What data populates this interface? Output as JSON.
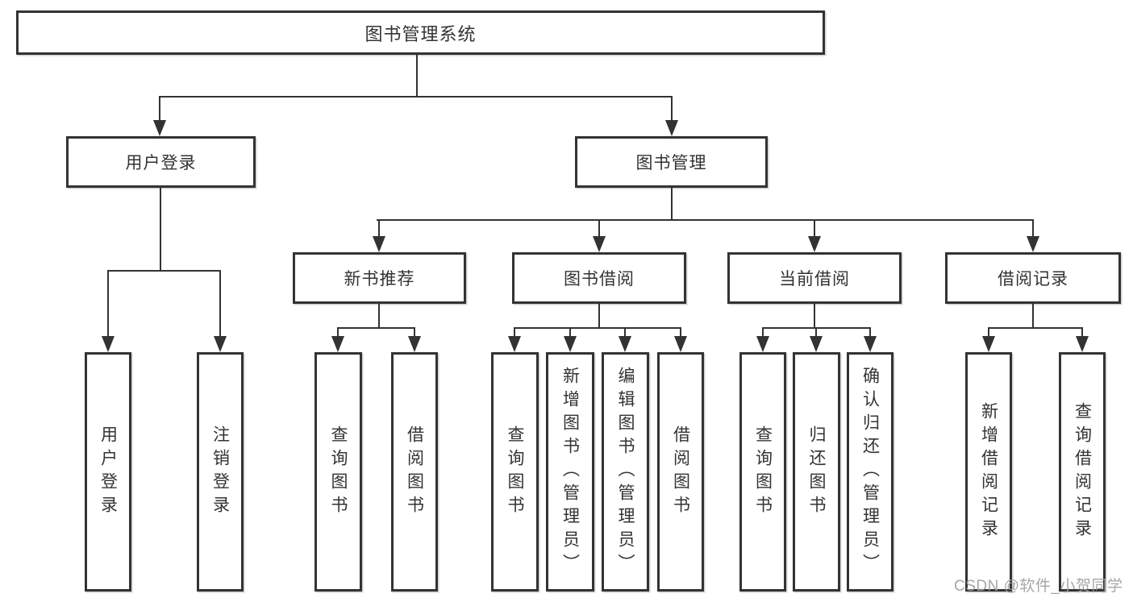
{
  "diagram": {
    "root": {
      "label": "图书管理系统"
    },
    "level2": [
      {
        "label": "用户登录"
      },
      {
        "label": "图书管理"
      }
    ],
    "level3": [
      {
        "label": "新书推荐"
      },
      {
        "label": "图书借阅"
      },
      {
        "label": "当前借阅"
      },
      {
        "label": "借阅记录"
      }
    ],
    "leaves": [
      {
        "label": "用户登录"
      },
      {
        "label": "注销登录"
      },
      {
        "label": "查询图书"
      },
      {
        "label": "借阅图书"
      },
      {
        "label": "查询图书"
      },
      {
        "label": "新增图书（管理员）"
      },
      {
        "label": "编辑图书（管理员）"
      },
      {
        "label": "借阅图书"
      },
      {
        "label": "查询图书"
      },
      {
        "label": "归还图书"
      },
      {
        "label": "确认归还（管理员）"
      },
      {
        "label": "新增借阅记录"
      },
      {
        "label": "查询借阅记录"
      }
    ]
  },
  "watermark": {
    "text": "CSDN @软件_小贺同学"
  },
  "colors": {
    "line": "#333333",
    "box_border": "#333333",
    "box_fill": "#ffffff",
    "text": "#333333",
    "watermark": "#9e9e9e",
    "background": "#ffffff"
  }
}
